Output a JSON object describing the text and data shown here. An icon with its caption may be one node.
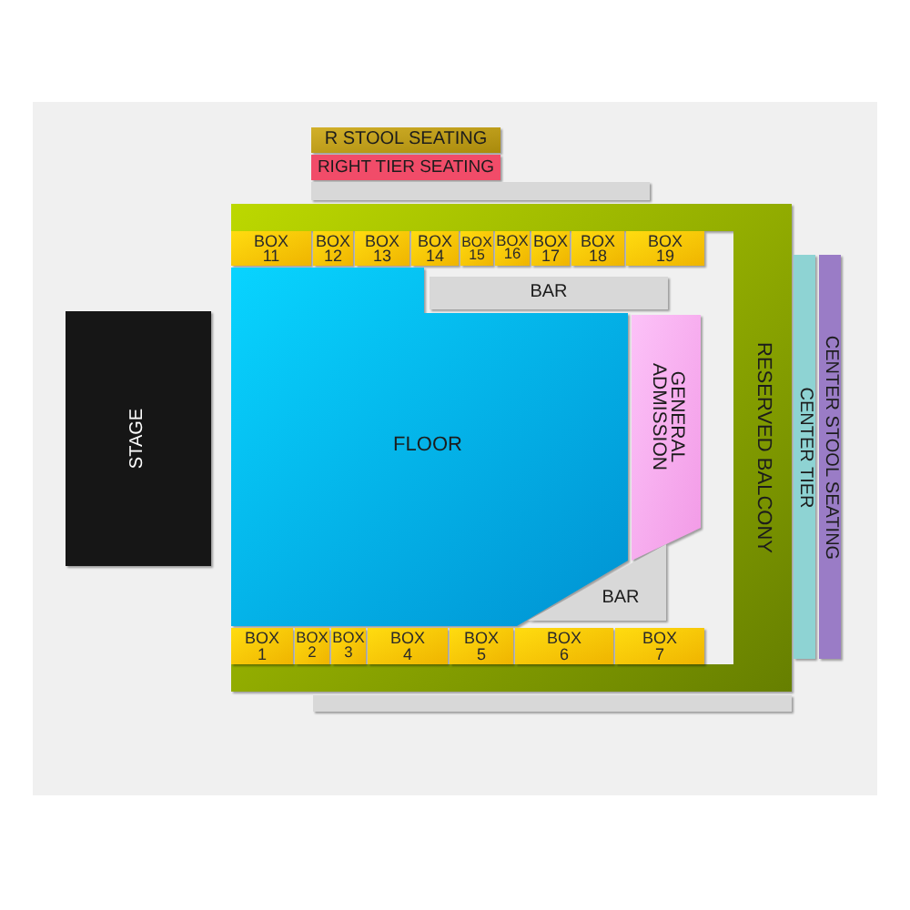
{
  "diagram": {
    "nodes": [
      {
        "text": [
          "R STOOL SEATING"
        ]
      },
      {
        "text": [
          "RIGHT TIER SEATING"
        ]
      },
      {
        "text": [],
        "shape": "bar"
      },
      {
        "text": [
          "RESERVED BALCONY"
        ]
      },
      {
        "text": [
          "BOX 11"
        ]
      },
      {
        "text": [
          "BOX 12"
        ]
      },
      {
        "text": [
          "BOX 13"
        ]
      },
      {
        "text": [
          "BOX 14"
        ]
      },
      {
        "text": [
          "BOX 15"
        ]
      },
      {
        "text": [
          "BOX 16"
        ]
      },
      {
        "text": [
          "BOX 17"
        ]
      },
      {
        "text": [
          "BOX 18"
        ]
      },
      {
        "text": [
          "BOX 19"
        ]
      },
      {
        "text": [
          "CENTER TIER"
        ]
      },
      {
        "text": [
          "CENTER STOOL SEATING"
        ]
      },
      {
        "text": [
          "BAR"
        ]
      },
      {
        "text": [
          "STAGE"
        ]
      },
      {
        "text": [
          "FLOOR"
        ]
      },
      {
        "text": [
          "GENERAL ADMISSION"
        ]
      },
      {
        "text": [
          "BAR"
        ]
      },
      {
        "text": [
          "BOX 1"
        ]
      },
      {
        "text": [
          "BOX 2"
        ]
      },
      {
        "text": [
          "BOX 3"
        ]
      },
      {
        "text": [
          "BOX 4"
        ]
      },
      {
        "text": [
          "BOX 5"
        ]
      },
      {
        "text": [
          "BOX 6"
        ]
      },
      {
        "text": [
          "BOX 7"
        ]
      },
      {
        "text": [],
        "shape": "bar"
      }
    ]
  }
}
